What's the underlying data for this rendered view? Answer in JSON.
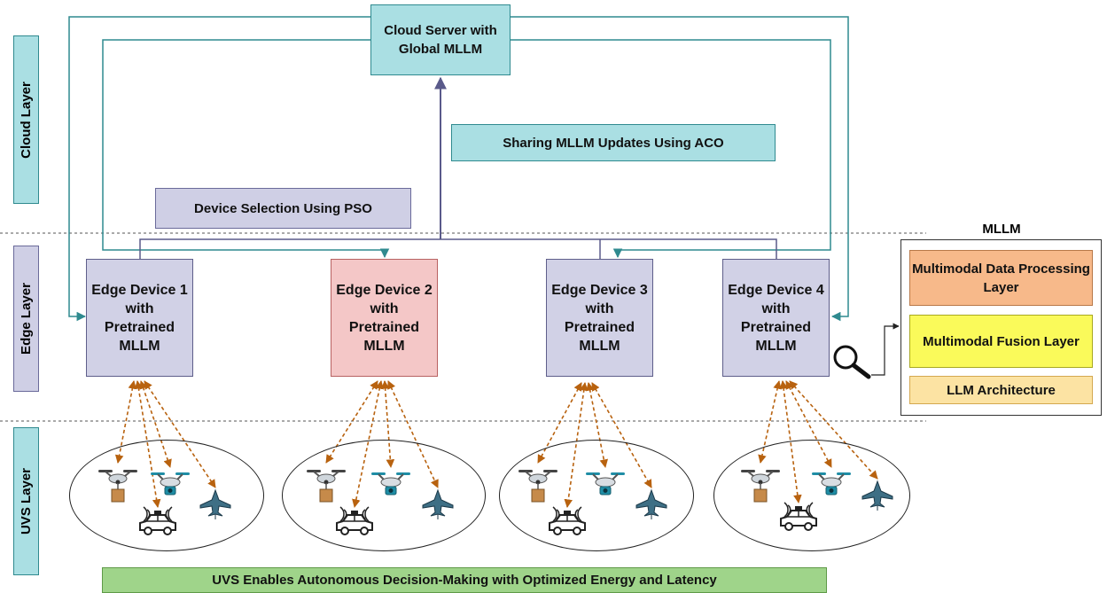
{
  "cloud_server": {
    "label": "Cloud Server with Global MLLM"
  },
  "layers": {
    "cloud": "Cloud Layer",
    "edge": "Edge Layer",
    "uvs": "UVS Layer"
  },
  "banners": {
    "sharing": "Sharing MLLM Updates Using ACO",
    "selection": "Device Selection Using PSO",
    "uvs": "UVS Enables Autonomous Decision-Making with Optimized Energy and Latency"
  },
  "edge_devices": [
    {
      "label": "Edge Device 1 with Pretrained MLLM"
    },
    {
      "label": "Edge Device 2 with Pretrained MLLM"
    },
    {
      "label": "Edge Device 3 with Pretrained MLLM"
    },
    {
      "label": "Edge Device 4 with Pretrained MLLM"
    }
  ],
  "mllm_panel": {
    "title": "MLLM",
    "components": [
      "Multimodal Data Processing Layer",
      "Multimodal Fusion Layer",
      "LLM Architecture"
    ]
  },
  "colors": {
    "teal": "#2f8a8f",
    "navy": "#5a5a8a",
    "orange_link": "#b8620f",
    "highlight_device": "#f4c7c7"
  },
  "icons": [
    "delivery-drone-icon",
    "camera-drone-icon",
    "fighter-jet-icon",
    "autonomous-car-icon",
    "magnifier-icon"
  ]
}
